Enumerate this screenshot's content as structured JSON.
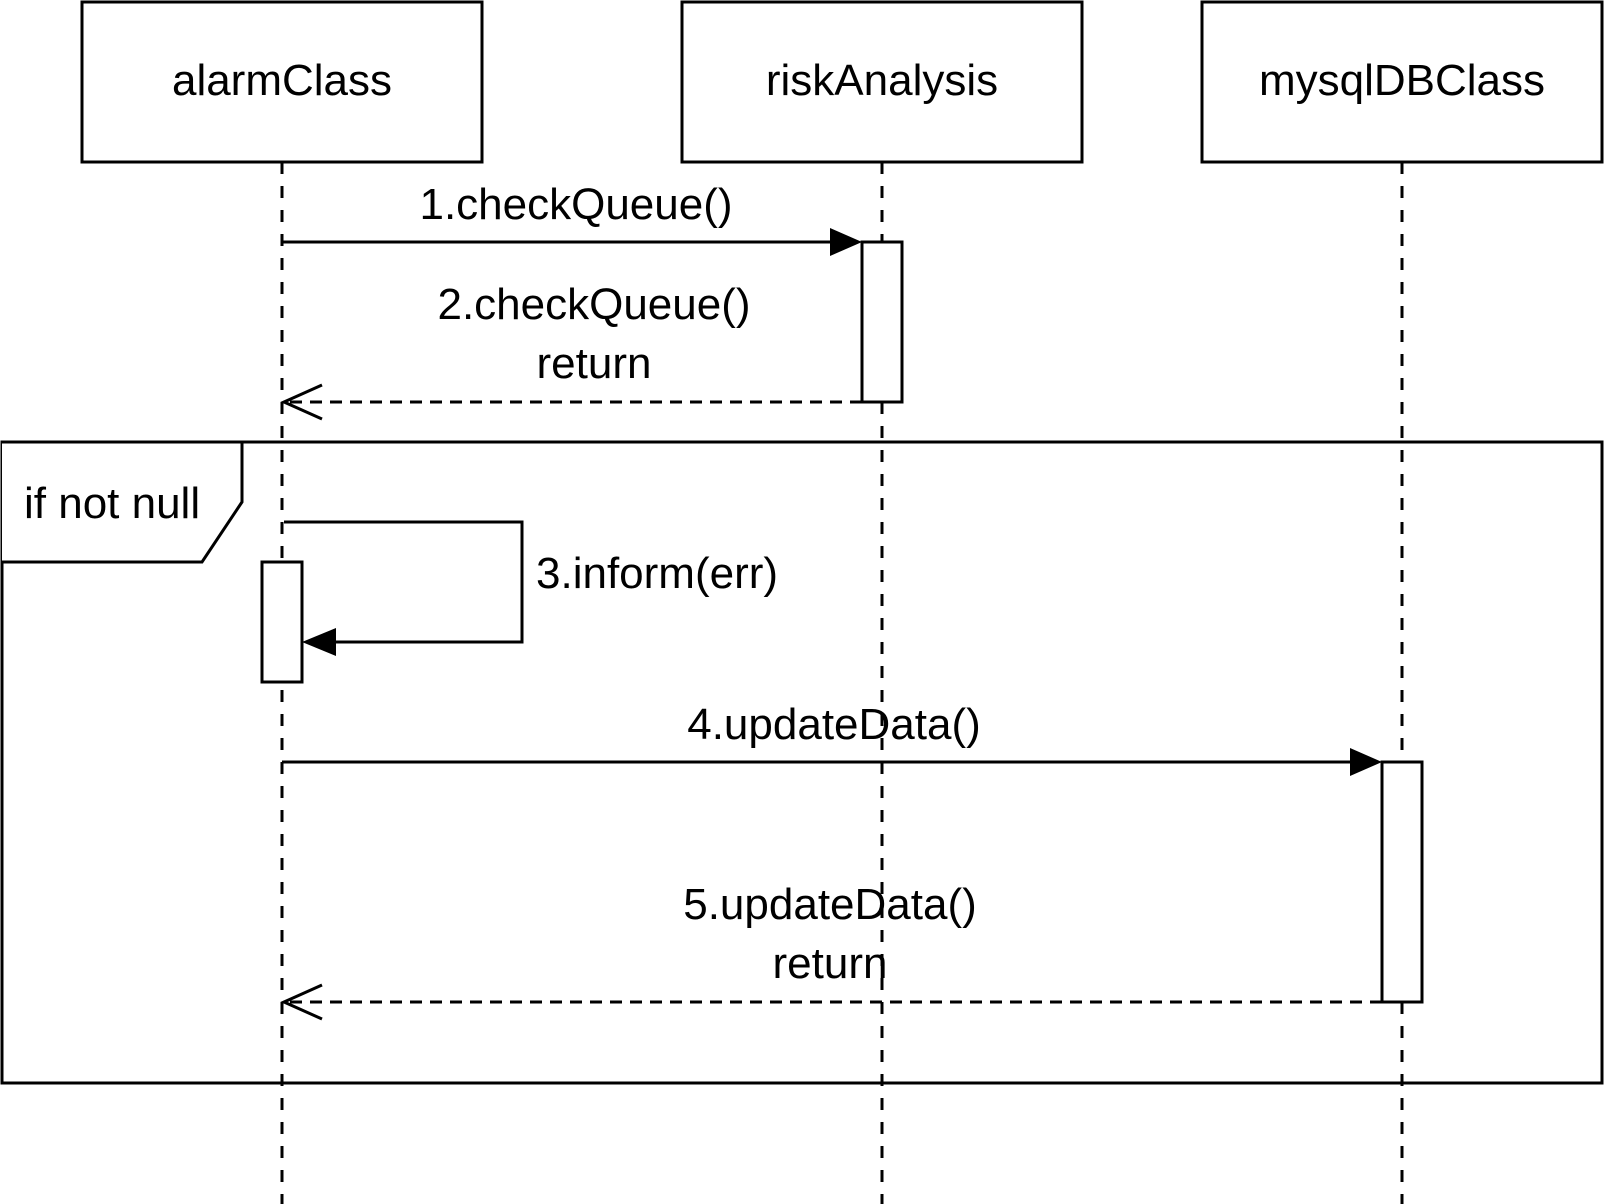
{
  "participants": [
    {
      "name": "alarmClass"
    },
    {
      "name": "riskAnalysis"
    },
    {
      "name": "mysqlDBClass"
    }
  ],
  "messages": [
    {
      "label": "1.checkQueue()",
      "from": "alarmClass",
      "to": "riskAnalysis",
      "kind": "call"
    },
    {
      "label_line1": "2.checkQueue()",
      "label_line2": "return",
      "from": "riskAnalysis",
      "to": "alarmClass",
      "kind": "return"
    },
    {
      "label": "3.inform(err)",
      "from": "alarmClass",
      "to": "alarmClass",
      "kind": "self-call"
    },
    {
      "label": "4.updateData()",
      "from": "alarmClass",
      "to": "mysqlDBClass",
      "kind": "call"
    },
    {
      "label_line1": "5.updateData()",
      "label_line2": "return",
      "from": "mysqlDBClass",
      "to": "alarmClass",
      "kind": "return"
    }
  ],
  "fragment": {
    "label": "if not null"
  },
  "colors": {
    "stroke": "#000000",
    "background": "#ffffff"
  }
}
